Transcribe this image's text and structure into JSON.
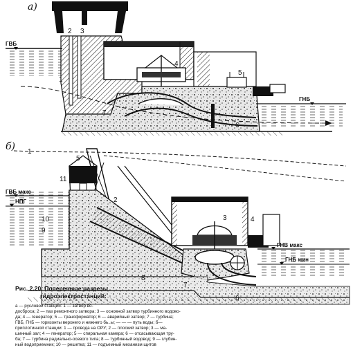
{
  "panels": {
    "a": {
      "tag": "а)",
      "numbers": [
        "2",
        "3",
        "1",
        "4",
        "5",
        "7",
        "6"
      ],
      "levels": {
        "upper": "ГВБ",
        "lower": "ГНБ"
      }
    },
    "b": {
      "tag": "б)",
      "numbers": [
        "1",
        "5",
        "11",
        "2",
        "10",
        "9",
        "3",
        "4",
        "5",
        "8",
        "7",
        "6"
      ],
      "levels": {
        "upper_max": "ГВБ макс",
        "upper_min": "НПГ",
        "lower_max": "ГНВ макс",
        "lower_min": "ГНБ мин"
      }
    }
  },
  "caption": {
    "title_lines": [
      "Рис. 2.20.  Поперечные   разрезы",
      "гидроэлектростанций:"
    ],
    "body_lines": [
      "а — русловой станции: 1 — затвор во-",
      "досброса; 2 — паз ремонтного затвора; 3 — основной затвор турбинного водово-",
      "да; 4 — генератор; 5 — трансформатор; 6 — аварийный затвор; 7 — турбина;",
      "ГВБ, ГНБ — горизонты верхнего и нижнего бь..ы; — — — путь воды; б—",
      "приплотинной станции: 1 — провода на ОРУ; 2 — плоский затвор; 3 — ма-",
      "шинный зал; 4 — генератор; 5 — спиральная камера; 6 — отсасывающая тру-",
      "ба; 7 — турбина радиально-осевого типа; 8 — турбинный водовод; 9 — глубин-",
      "ный водоприемник; 10 — решетка; 11 — подъемный механизм щитов"
    ]
  }
}
